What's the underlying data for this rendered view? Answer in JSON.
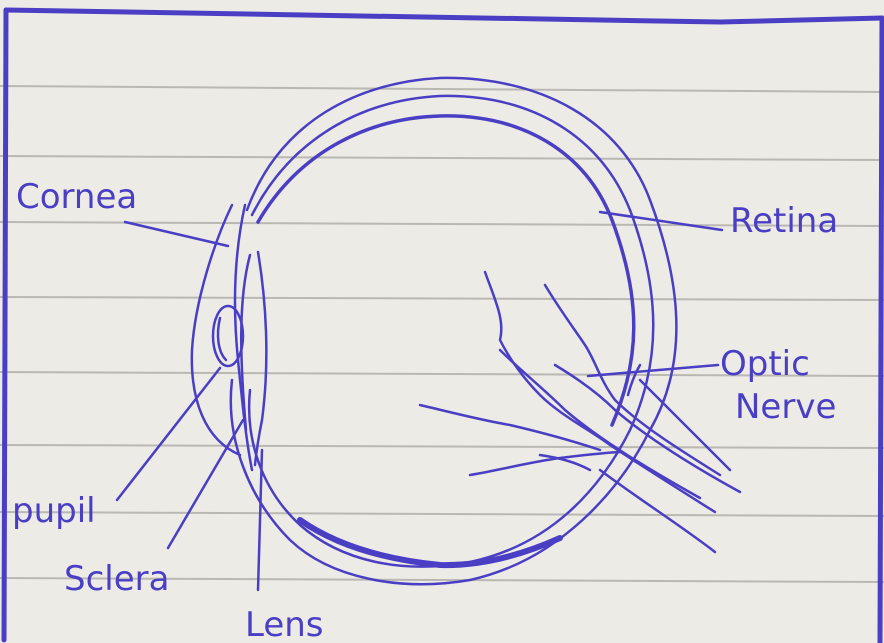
{
  "diagram": {
    "labels": {
      "cornea": "Cornea",
      "retina": "Retina",
      "optic_line1": "Optic",
      "optic_line2": "Nerve",
      "pupil": "pupil",
      "sclera": "Sclera",
      "lens": "Lens"
    }
  },
  "colors": {
    "ink": "#4a3fc4",
    "paper": "#ecebe6",
    "rule": "#b9b8b3"
  }
}
